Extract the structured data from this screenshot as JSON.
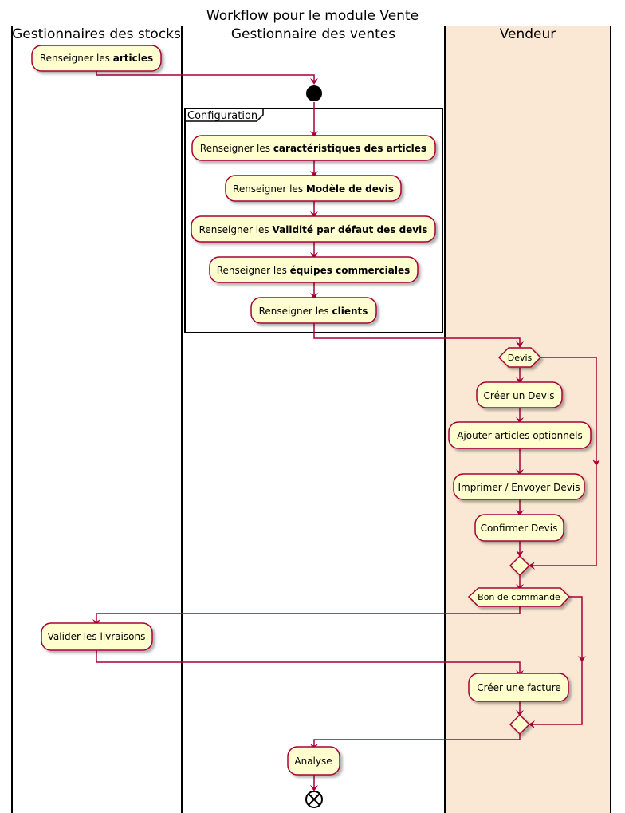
{
  "diagram": {
    "title": "Workflow pour le module Vente",
    "lanes": [
      {
        "id": "stocks",
        "title": "Gestionnaires des stocks",
        "fill": "#FFFFFF"
      },
      {
        "id": "ventes",
        "title": "Gestionnaire des ventes",
        "fill": "#FFFFFF"
      },
      {
        "id": "vendeur",
        "title": "Vendeur",
        "fill": "#FAE8D4"
      }
    ],
    "group_label": "Configuration",
    "activities": {
      "articles": {
        "prefix": "Renseigner les ",
        "bold": "articles"
      },
      "caracteristiques": {
        "prefix": "Renseigner les ",
        "bold": "caractéristiques des articles"
      },
      "modele": {
        "prefix": "Renseigner les ",
        "bold": "Modèle de devis"
      },
      "validite": {
        "prefix": "Renseigner les ",
        "bold": "Validité par défaut des devis"
      },
      "equipes": {
        "prefix": "Renseigner les ",
        "bold": "équipes commerciales"
      },
      "clients": {
        "prefix": "Renseigner les ",
        "bold": "clients"
      },
      "creer_devis": {
        "prefix": "Créer un Devis",
        "bold": ""
      },
      "ajouter_options": {
        "prefix": "Ajouter articles optionnels",
        "bold": ""
      },
      "imprimer": {
        "prefix": "Imprimer / Envoyer Devis",
        "bold": ""
      },
      "confirmer": {
        "prefix": "Confirmer Devis",
        "bold": ""
      },
      "valider_livraisons": {
        "prefix": "Valider les livraisons",
        "bold": ""
      },
      "creer_facture": {
        "prefix": "Créer une facture",
        "bold": ""
      },
      "analyse": {
        "prefix": "Analyse",
        "bold": ""
      }
    },
    "decisions": {
      "devis": "Devis",
      "bon_commande": "Bon de commande"
    },
    "colors": {
      "activity_fill": "#FEFECE",
      "activity_border": "#A80036",
      "arrow": "#A80036",
      "vendeur_lane": "#FAE8D4"
    }
  }
}
